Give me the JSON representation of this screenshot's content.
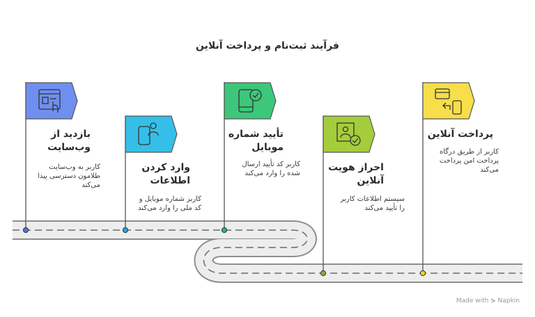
{
  "title": "فرآیند ثبت‌نام و پرداخت آنلاین",
  "steps": [
    {
      "id": "visit",
      "title_l1": "بازدید از",
      "title_l2": "وب‌سایت",
      "desc_l1": "کاربر به وب‌سایت",
      "desc_l2": "طلامون دسترسی پیدا",
      "desc_l3": "می‌کند",
      "flag_color": "#6f8ff0",
      "icon": "website-touch-icon"
    },
    {
      "id": "enter-info",
      "title_l1": "وارد کردن",
      "title_l2": "اطلاعات",
      "desc_l1": "کاربر شماره موبایل و",
      "desc_l2": "کد ملی را وارد می‌کند",
      "flag_color": "#35bfe8",
      "icon": "user-phone-icon"
    },
    {
      "id": "verify-mobile",
      "title_l1": "تأیید شماره",
      "title_l2": "موبایل",
      "desc_l1": "کاربر کد تأیید ارسال",
      "desc_l2": "شده را وارد می‌کند",
      "flag_color": "#3cc77b",
      "icon": "phone-check-icon"
    },
    {
      "id": "identity",
      "title_l1": "احراز هویت",
      "title_l2": "آنلاین",
      "desc_l1": "سیستم اطلاعات کاربر",
      "desc_l2": "را تأیید می‌کند",
      "flag_color": "#a5cd3b",
      "icon": "id-verify-icon"
    },
    {
      "id": "payment",
      "title_l1": "پرداخت آنلاین",
      "desc_l1": "کاربر از طریق درگاه",
      "desc_l2": "پرداخت امن پرداخت",
      "desc_l3": "می‌کند",
      "flag_color": "#f7de4a",
      "icon": "card-phone-icon"
    }
  ],
  "watermark": "Made with ⋟ Napkin"
}
